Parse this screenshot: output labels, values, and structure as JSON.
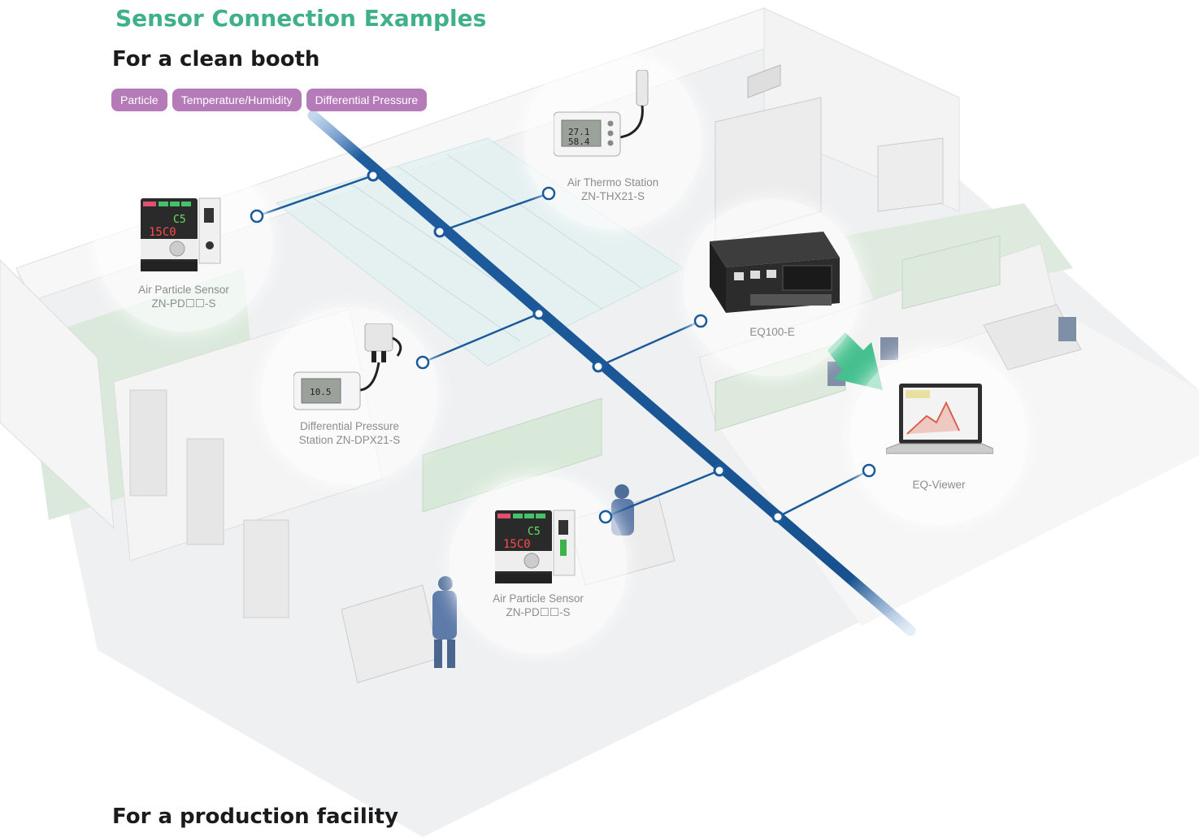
{
  "title": "Sensor Connection Examples",
  "sections": {
    "clean_booth": "For a clean booth",
    "production_facility": "For a production facility"
  },
  "tags": [
    "Particle",
    "Temperature/Humidity",
    "Differential Pressure"
  ],
  "devices": {
    "air_particle_1": {
      "line1": "Air Particle Sensor",
      "line2": "ZN-PD☐☐-S"
    },
    "air_thermo": {
      "line1": "Air Thermo Station",
      "line2": "ZN-THX21-S"
    },
    "eq100": {
      "line1": "EQ100-E"
    },
    "diff_pressure": {
      "line1": "Differential Pressure",
      "line2": "Station ZN-DPX21-S"
    },
    "eq_viewer": {
      "line1": "EQ-Viewer"
    },
    "air_particle_2": {
      "line1": "Air Particle Sensor",
      "line2": "ZN-PD☐☐-S"
    }
  },
  "colors": {
    "title_green": "#3fb08a",
    "tag_purple": "#b57ab8",
    "network_blue": "#1a5a9a",
    "arrow_green": "#45c08e"
  }
}
